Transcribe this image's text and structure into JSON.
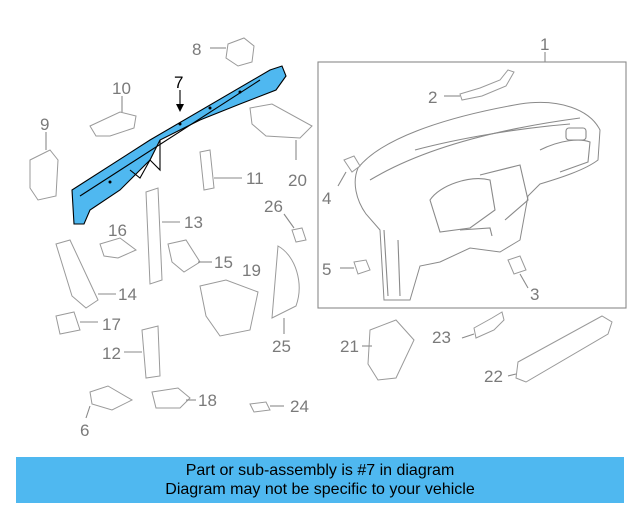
{
  "callouts": {
    "c1": "1",
    "c2": "2",
    "c3": "3",
    "c4": "4",
    "c5": "5",
    "c6": "6",
    "c7": "7",
    "c8": "8",
    "c9": "9",
    "c10": "10",
    "c11": "11",
    "c12": "12",
    "c13": "13",
    "c14": "14",
    "c15": "15",
    "c16": "16",
    "c17": "17",
    "c18": "18",
    "c19": "19",
    "c20": "20",
    "c21": "21",
    "c22": "22",
    "c23": "23",
    "c24": "24",
    "c25": "25",
    "c26": "26"
  },
  "highlighted_part": "7",
  "colors": {
    "highlight": "#4fb8f0",
    "banner": "#4fb8f0",
    "linework": "#8a8a8a"
  },
  "banner": {
    "line1": "Part or sub-assembly is #7 in diagram",
    "line2": "Diagram may not be specific to your vehicle"
  }
}
